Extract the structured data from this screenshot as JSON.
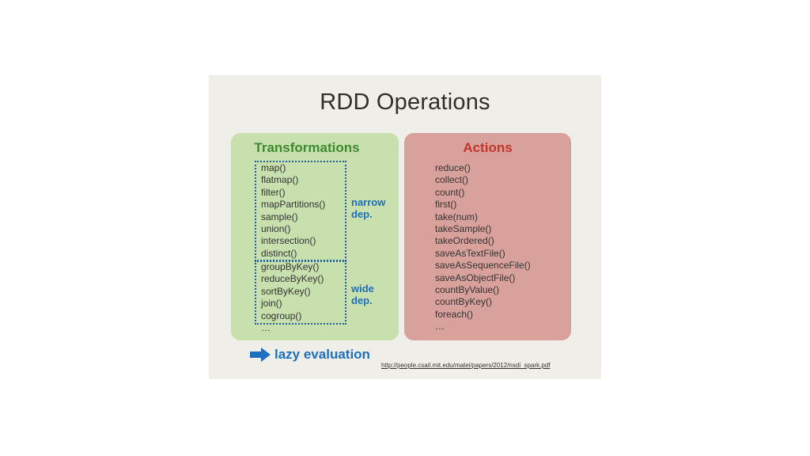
{
  "slide": {
    "title": "RDD Operations",
    "transformations": {
      "heading": "Transformations",
      "narrow_ops": [
        "map()",
        "flatmap()",
        "filter()",
        "mapPartitions()",
        "sample()",
        "union()",
        "intersection()",
        "distinct()"
      ],
      "wide_ops": [
        "groupByKey()",
        "reduceByKey()",
        "sortByKey()",
        "join()",
        "cogroup()",
        "…"
      ],
      "narrow_label": [
        "narrow",
        "dep."
      ],
      "wide_label": [
        "wide",
        "dep."
      ]
    },
    "actions": {
      "heading": "Actions",
      "ops": [
        "reduce()",
        "collect()",
        "count()",
        "first()",
        "take(num)",
        "takeSample()",
        "takeOrdered()",
        "saveAsTextFile()",
        "saveAsSequenceFile()",
        "saveAsObjectFile()",
        "countByValue()",
        "countByKey()",
        "foreach()",
        "…"
      ]
    },
    "lazy_evaluation": {
      "icon": "right-arrow-icon",
      "text": "lazy evaluation"
    },
    "source_link": "http://people.csail.mit.edu/matei/papers/2012/nsdi_spark.pdf"
  },
  "colors": {
    "slide_background": "#efeee8",
    "transformations_panel": "#c8dfae",
    "actions_panel": "#d8a19c",
    "transformations_heading": "#3e8a2e",
    "actions_heading": "#c0362a",
    "accent_blue": "#1f6fbf"
  }
}
